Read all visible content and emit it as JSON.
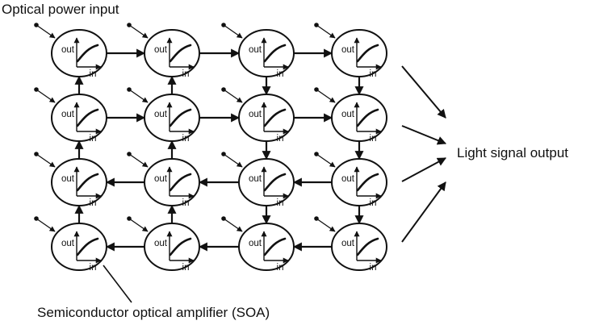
{
  "labels": {
    "input": "Optical power input",
    "output": "Light signal output",
    "soa": "Semiconductor optical amplifier (SOA)"
  },
  "cell": {
    "y_axis_label": "out",
    "x_axis_label": "in"
  },
  "grid": {
    "rows": 4,
    "cols": 4
  },
  "links": [
    {
      "from": [
        0,
        0
      ],
      "to": [
        0,
        1
      ]
    },
    {
      "from": [
        0,
        1
      ],
      "to": [
        0,
        2
      ]
    },
    {
      "from": [
        0,
        2
      ],
      "to": [
        0,
        3
      ]
    },
    {
      "from": [
        1,
        0
      ],
      "to": [
        1,
        1
      ]
    },
    {
      "from": [
        1,
        1
      ],
      "to": [
        1,
        2
      ]
    },
    {
      "from": [
        1,
        2
      ],
      "to": [
        1,
        3
      ]
    },
    {
      "from": [
        2,
        1
      ],
      "to": [
        2,
        0
      ]
    },
    {
      "from": [
        2,
        2
      ],
      "to": [
        2,
        1
      ]
    },
    {
      "from": [
        2,
        3
      ],
      "to": [
        2,
        2
      ]
    },
    {
      "from": [
        3,
        1
      ],
      "to": [
        3,
        0
      ]
    },
    {
      "from": [
        3,
        2
      ],
      "to": [
        3,
        1
      ]
    },
    {
      "from": [
        3,
        3
      ],
      "to": [
        3,
        2
      ]
    },
    {
      "from": [
        1,
        0
      ],
      "to": [
        0,
        0
      ]
    },
    {
      "from": [
        1,
        1
      ],
      "to": [
        0,
        1
      ]
    },
    {
      "from": [
        2,
        0
      ],
      "to": [
        1,
        0
      ]
    },
    {
      "from": [
        2,
        1
      ],
      "to": [
        1,
        1
      ]
    },
    {
      "from": [
        3,
        0
      ],
      "to": [
        2,
        0
      ]
    },
    {
      "from": [
        3,
        1
      ],
      "to": [
        2,
        1
      ]
    },
    {
      "from": [
        0,
        2
      ],
      "to": [
        1,
        2
      ]
    },
    {
      "from": [
        0,
        3
      ],
      "to": [
        1,
        3
      ]
    },
    {
      "from": [
        1,
        2
      ],
      "to": [
        2,
        2
      ]
    },
    {
      "from": [
        1,
        3
      ],
      "to": [
        2,
        3
      ]
    },
    {
      "from": [
        2,
        2
      ],
      "to": [
        3,
        2
      ]
    },
    {
      "from": [
        2,
        3
      ],
      "to": [
        3,
        3
      ]
    }
  ],
  "colors": {
    "stroke": "#111111",
    "background": "#ffffff"
  }
}
